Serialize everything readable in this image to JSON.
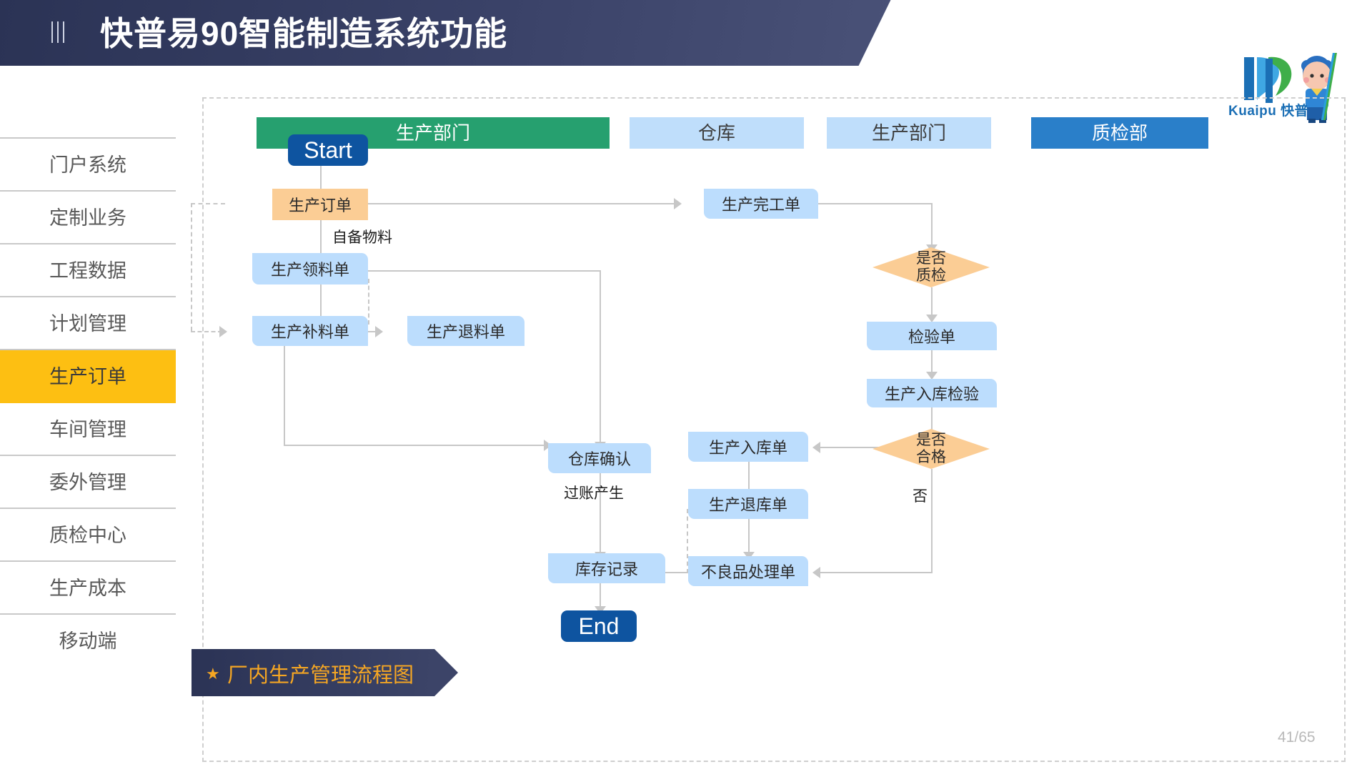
{
  "header": {
    "title": "快普易90智能制造系统功能",
    "menu_icon": "bars-icon"
  },
  "logo": {
    "brand_latin": "Kuaipu",
    "brand_cn": "快普",
    "mascot": "mascot-icon"
  },
  "sidebar": {
    "items": [
      {
        "label": "门户系统",
        "active": false
      },
      {
        "label": "定制业务",
        "active": false
      },
      {
        "label": "工程数据",
        "active": false
      },
      {
        "label": "计划管理",
        "active": false
      },
      {
        "label": "生产订单",
        "active": true
      },
      {
        "label": "车间管理",
        "active": false
      },
      {
        "label": "委外管理",
        "active": false
      },
      {
        "label": "质检中心",
        "active": false
      },
      {
        "label": "生产成本",
        "active": false
      },
      {
        "label": "移动端",
        "active": false
      }
    ]
  },
  "banner": {
    "star": "★",
    "title": "厂内生产管理流程图"
  },
  "page_indicator": "41/65",
  "chart_data": {
    "type": "diagram",
    "title": "厂内生产管理流程图",
    "lanes": [
      {
        "label": "生产部门",
        "color": "#26a06f",
        "text_color": "#ffffff"
      },
      {
        "label": "仓库",
        "color": "#bfdefb",
        "text_color": "#3d3d3d"
      },
      {
        "label": "生产部门",
        "color": "#bfdefb",
        "text_color": "#3d3d3d"
      },
      {
        "label": "质检部",
        "color": "#2a7fc9",
        "text_color": "#ffffff"
      }
    ],
    "nodes": [
      {
        "id": "start",
        "label": "Start",
        "shape": "terminal"
      },
      {
        "id": "n1",
        "label": "生产订单",
        "shape": "process",
        "color": "#fbcd95"
      },
      {
        "id": "n2",
        "label": "生产领料单",
        "shape": "process",
        "color": "#bcddfd"
      },
      {
        "id": "n3",
        "label": "生产补料单",
        "shape": "process",
        "color": "#bcddfd"
      },
      {
        "id": "n4",
        "label": "生产退料单",
        "shape": "process",
        "color": "#bcddfd"
      },
      {
        "id": "n5",
        "label": "生产完工单",
        "shape": "process",
        "color": "#bcddfd"
      },
      {
        "id": "d1",
        "label": "是否\n质检",
        "shape": "decision",
        "color": "#fbcd95"
      },
      {
        "id": "n6",
        "label": "检验单",
        "shape": "process",
        "color": "#bcddfd"
      },
      {
        "id": "n7",
        "label": "生产入库检验",
        "shape": "process",
        "color": "#bcddfd"
      },
      {
        "id": "d2",
        "label": "是否\n合格",
        "shape": "decision",
        "color": "#fbcd95"
      },
      {
        "id": "n8",
        "label": "生产入库单",
        "shape": "process",
        "color": "#bcddfd"
      },
      {
        "id": "n9",
        "label": "生产退库单",
        "shape": "process",
        "color": "#bcddfd"
      },
      {
        "id": "n10",
        "label": "不良品处理单",
        "shape": "process",
        "color": "#bcddfd"
      },
      {
        "id": "n11",
        "label": "仓库确认",
        "shape": "process",
        "color": "#bcddfd"
      },
      {
        "id": "n12",
        "label": "库存记录",
        "shape": "process",
        "color": "#bcddfd"
      },
      {
        "id": "end",
        "label": "End",
        "shape": "terminal"
      }
    ],
    "edge_labels": [
      {
        "id": "e1",
        "label": "自备物料"
      },
      {
        "id": "e2",
        "label": "过账产生"
      },
      {
        "id": "e3",
        "label": "否"
      }
    ]
  },
  "flow": {
    "lane1": "生产部门",
    "lane2": "仓库",
    "lane3": "生产部门",
    "lane4": "质检部",
    "start": "Start",
    "end": "End",
    "n1": "生产订单",
    "n2": "生产领料单",
    "n3": "生产补料单",
    "n4": "生产退料单",
    "n5": "生产完工单",
    "d1_l1": "是否",
    "d1_l2": "质检",
    "n6": "检验单",
    "n7": "生产入库检验",
    "d2_l1": "是否",
    "d2_l2": "合格",
    "n8": "生产入库单",
    "n9": "生产退库单",
    "n10": "不良品处理单",
    "n11": "仓库确认",
    "n12": "库存记录",
    "lbl_zibei": "自备物料",
    "lbl_guozhang": "过账产生",
    "lbl_fou": "否"
  }
}
